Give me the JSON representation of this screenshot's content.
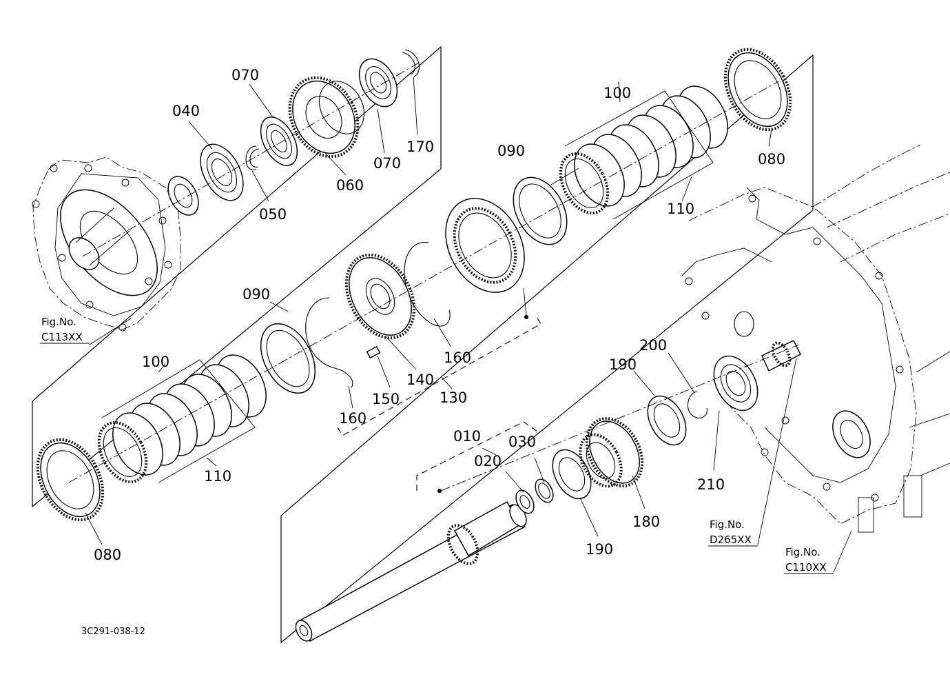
{
  "labels": {
    "p010": "010",
    "p020": "020",
    "p030": "030",
    "p040": "040",
    "p050": "050",
    "p060": "060",
    "p070_top": "070",
    "p070_right": "070",
    "p080_top": "080",
    "p080_bottom": "080",
    "p090_top": "090",
    "p090_mid": "090",
    "p100_top": "100",
    "p100_bottom": "100",
    "p110_top": "110",
    "p110_bottom": "110",
    "p130": "130",
    "p140": "140",
    "p150": "150",
    "p160_right": "160",
    "p160_left": "160",
    "p170": "170",
    "p180": "180",
    "p190_top": "190",
    "p190_bottom": "190",
    "p200": "200",
    "p210": "210"
  },
  "figure_refs": {
    "c113": {
      "label": "Fig.No.",
      "code": "C113XX"
    },
    "d265": {
      "label": "Fig.No.",
      "code": "D265XX"
    },
    "c110": {
      "label": "Fig.No.",
      "code": "C110XX"
    }
  },
  "drawing_code": "3C291-038-12"
}
